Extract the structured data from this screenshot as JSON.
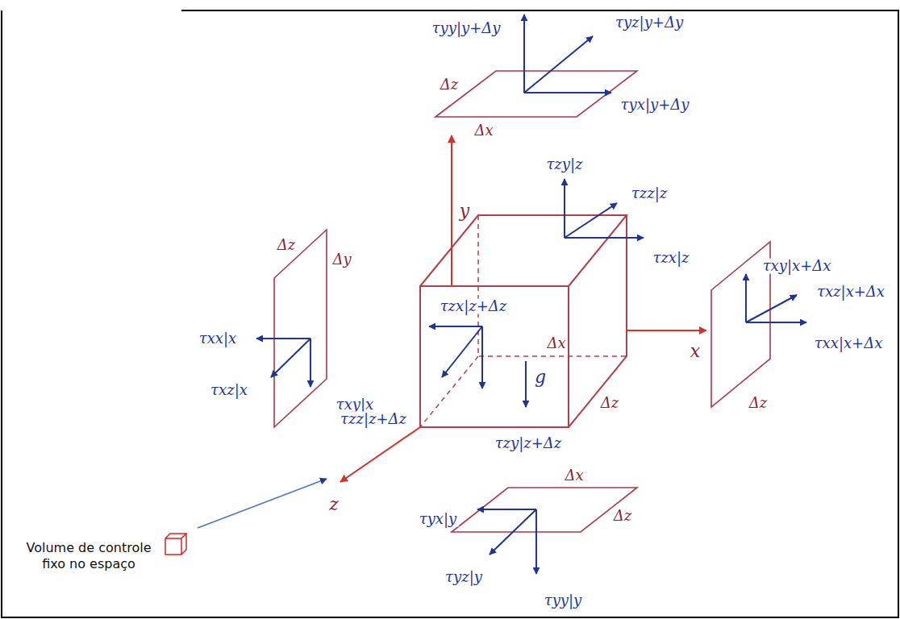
{
  "diagram": {
    "labels": [
      "τyy|y+Δy",
      "τyz|y+Δy",
      "τyx|y+Δy",
      "Δz",
      "Δx",
      "y",
      "τzy|z",
      "τzz|z",
      "τzx|z",
      "τxy|x+Δx",
      "τxz|x+Δx",
      "τxx|x+Δx",
      "Δz",
      "x",
      "Δz",
      "Δy",
      "τxx|x",
      "τxz|x",
      "τxy|x",
      "τzx|z+Δz",
      "g",
      "Δx",
      "Δz",
      "τzz|z+Δz",
      "τzy|z+Δz",
      "z",
      "Δx",
      "Δz",
      "τyx|y",
      "τyz|y",
      "τyy|y",
      "Volume de controle fixo no espaço"
    ]
  }
}
